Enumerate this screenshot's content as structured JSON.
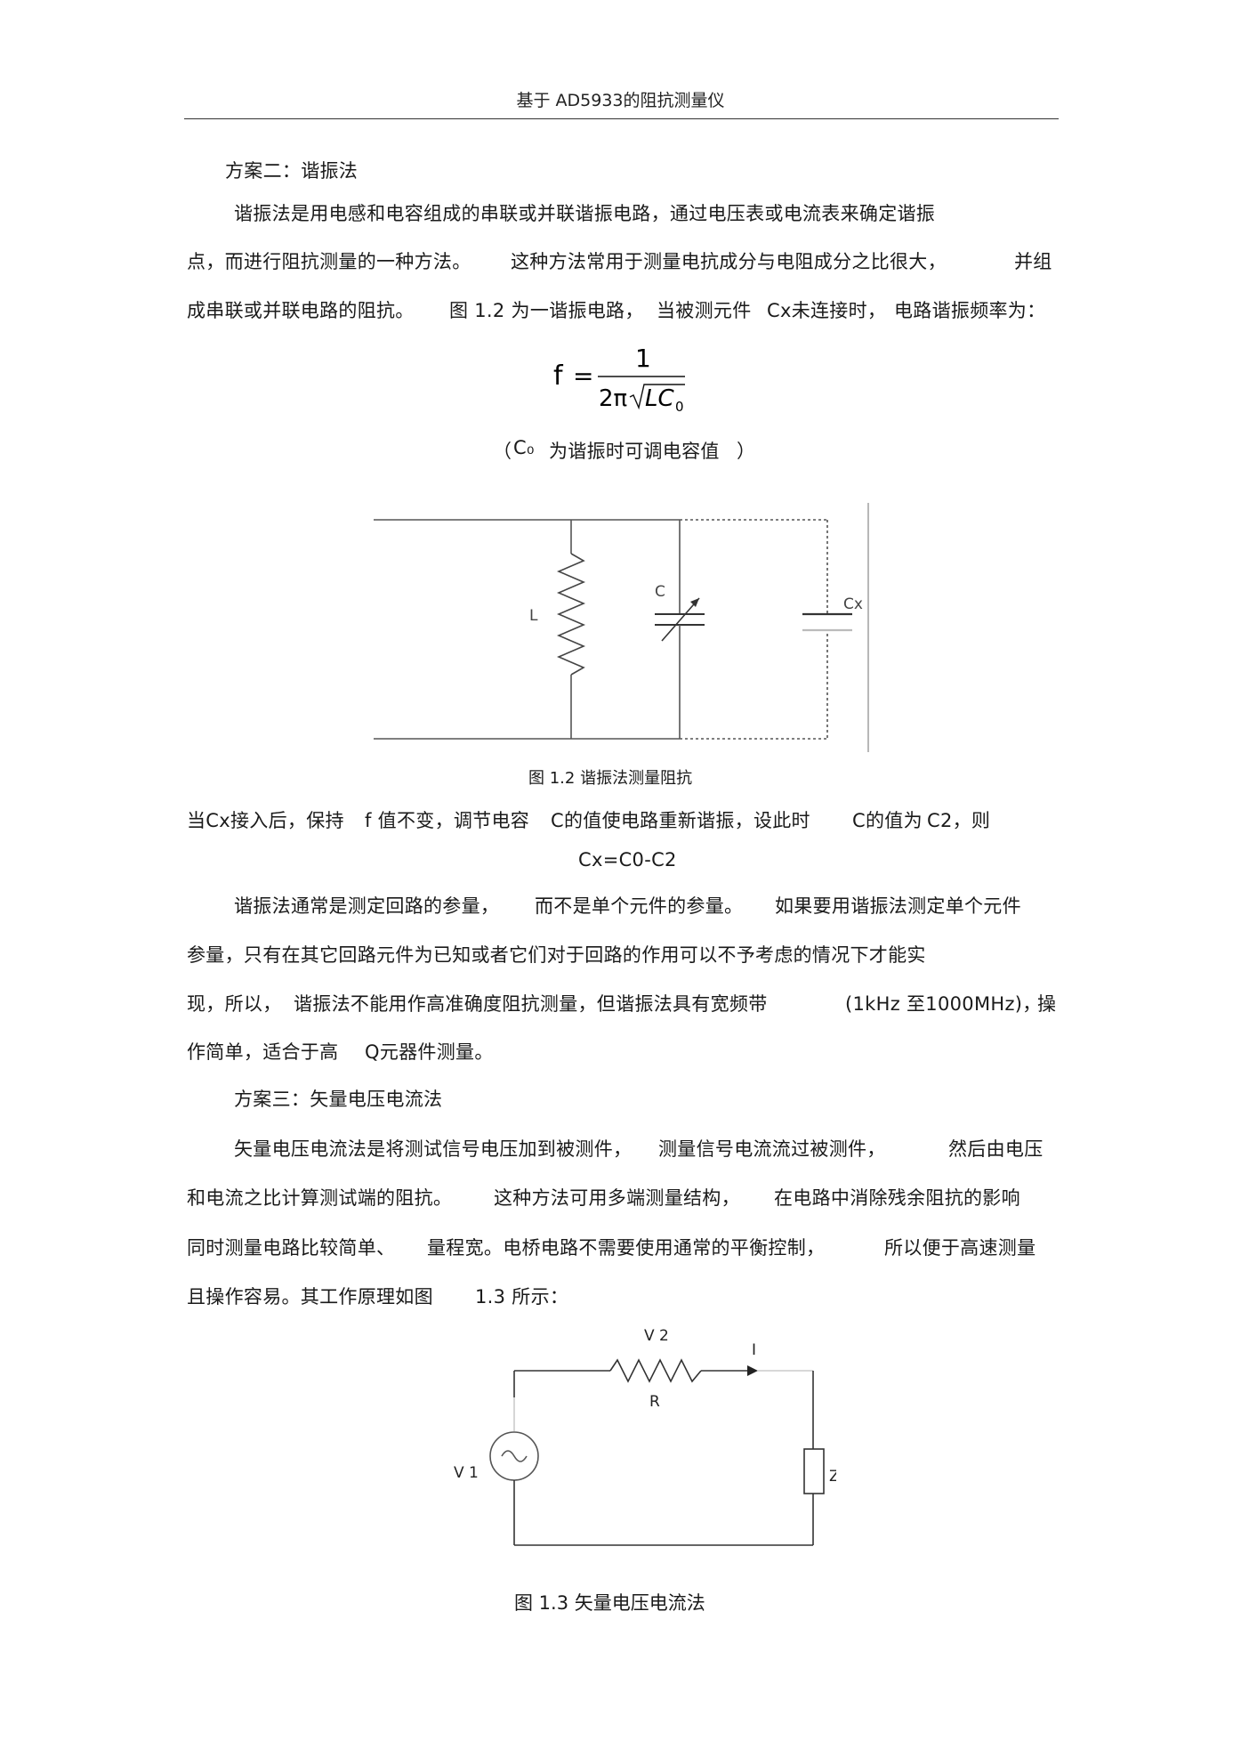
{
  "header": {
    "title": "基于  AD5933的阻抗测量仪"
  },
  "section2": {
    "heading": "方案二：谐振法",
    "para1": [
      "谐振法是用电感和电容组成的串联或并联谐振电路，通过电压表或电流表来确定谐振",
      "点，而进行阻抗测量的一种方法。",
      "这种方法常用于测量电抗成分与电阻成分之比很大，",
      "并组",
      "成串联或并联电路的阻抗。",
      "图 1.2 为一谐振电路，",
      "当被测元件",
      "Cx未连接时，",
      "电路谐振频率为："
    ],
    "formula": {
      "lhs": "f",
      "eq": "=",
      "numerator": "1",
      "two_pi": "2π",
      "radicand": "LC",
      "subscript": "0"
    },
    "formula_note": {
      "open": "（",
      "c0": "C₀",
      "text": "为谐振时可调电容值",
      "close": "）"
    },
    "figure_1_2": {
      "label_L": "L",
      "label_C": "C",
      "label_Cx": "Cx",
      "caption": "图 1.2   谐振法测量阻抗"
    },
    "para2": [
      "当Cx接入后，保持",
      "f 值不变，调节电容",
      "C的值使电路重新谐振，设此时",
      "C的值为",
      "C2，则"
    ],
    "equation": "Cx=C0-C2",
    "para3": [
      "谐振法通常是测定回路的参量，",
      "而不是单个元件的参量。",
      "如果要用谐振法测定单个元件",
      "参量，只有在其它回路元件为已知或者它们对于回路的作用可以不予考虑的情况下才能实",
      "现，所以，",
      "谐振法不能用作高准确度阻抗测量，但谐振法具有宽频带",
      "(1kHz  至1000MHz)，",
      "操",
      "作简单，适合于高",
      "Q元器件测量。"
    ]
  },
  "section3": {
    "heading": "方案三：矢量电压电流法",
    "para": [
      "矢量电压电流法是将测试信号电压加到被测件，",
      "测量信号电流流过被测件，",
      "然后由电压",
      "和电流之比计算测试端的阻抗。",
      "这种方法可用多端测量结构，",
      "在电路中消除残余阻抗的影响",
      "同时测量电路比较简单、",
      "量程宽。电桥电路不需要使用通常的平衡控制，",
      "所以便于高速测量",
      "且操作容易。其工作原理如图",
      "1.3 所示："
    ],
    "figure_1_3": {
      "label_V2": "V 2",
      "label_I": "I",
      "label_R": "R",
      "label_V1": "V 1",
      "label_Zx": "Z x",
      "caption": "图 1.3  矢量电压电流法"
    }
  }
}
